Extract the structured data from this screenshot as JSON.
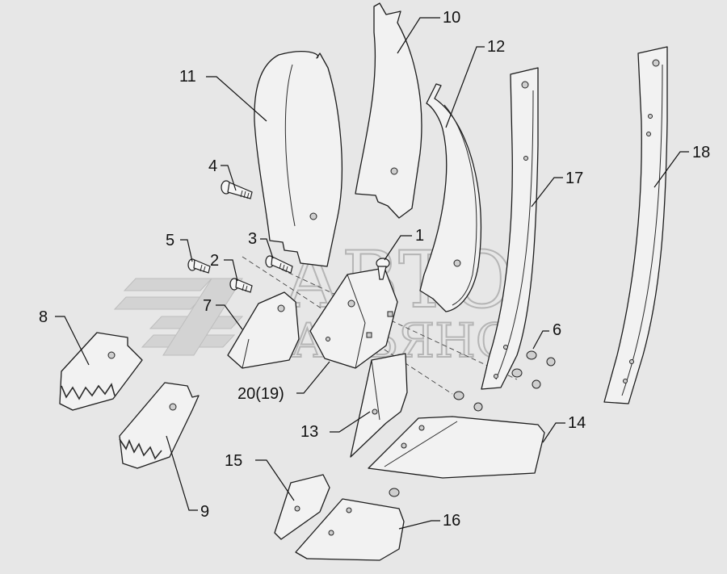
{
  "diagram": {
    "watermark": {
      "line1": "АВТО",
      "line2": "АЛЬЯНС"
    },
    "callouts": [
      {
        "id": "c1",
        "label": "1"
      },
      {
        "id": "c2",
        "label": "2"
      },
      {
        "id": "c3",
        "label": "3"
      },
      {
        "id": "c4",
        "label": "4"
      },
      {
        "id": "c5",
        "label": "5"
      },
      {
        "id": "c6",
        "label": "6"
      },
      {
        "id": "c7",
        "label": "7"
      },
      {
        "id": "c8",
        "label": "8"
      },
      {
        "id": "c9",
        "label": "9"
      },
      {
        "id": "c10",
        "label": "10"
      },
      {
        "id": "c11",
        "label": "11"
      },
      {
        "id": "c12",
        "label": "12"
      },
      {
        "id": "c13",
        "label": "13"
      },
      {
        "id": "c14",
        "label": "14"
      },
      {
        "id": "c15",
        "label": "15"
      },
      {
        "id": "c16",
        "label": "16"
      },
      {
        "id": "c17",
        "label": "17"
      },
      {
        "id": "c18",
        "label": "18"
      },
      {
        "id": "c20",
        "label": "20(19)"
      }
    ]
  }
}
